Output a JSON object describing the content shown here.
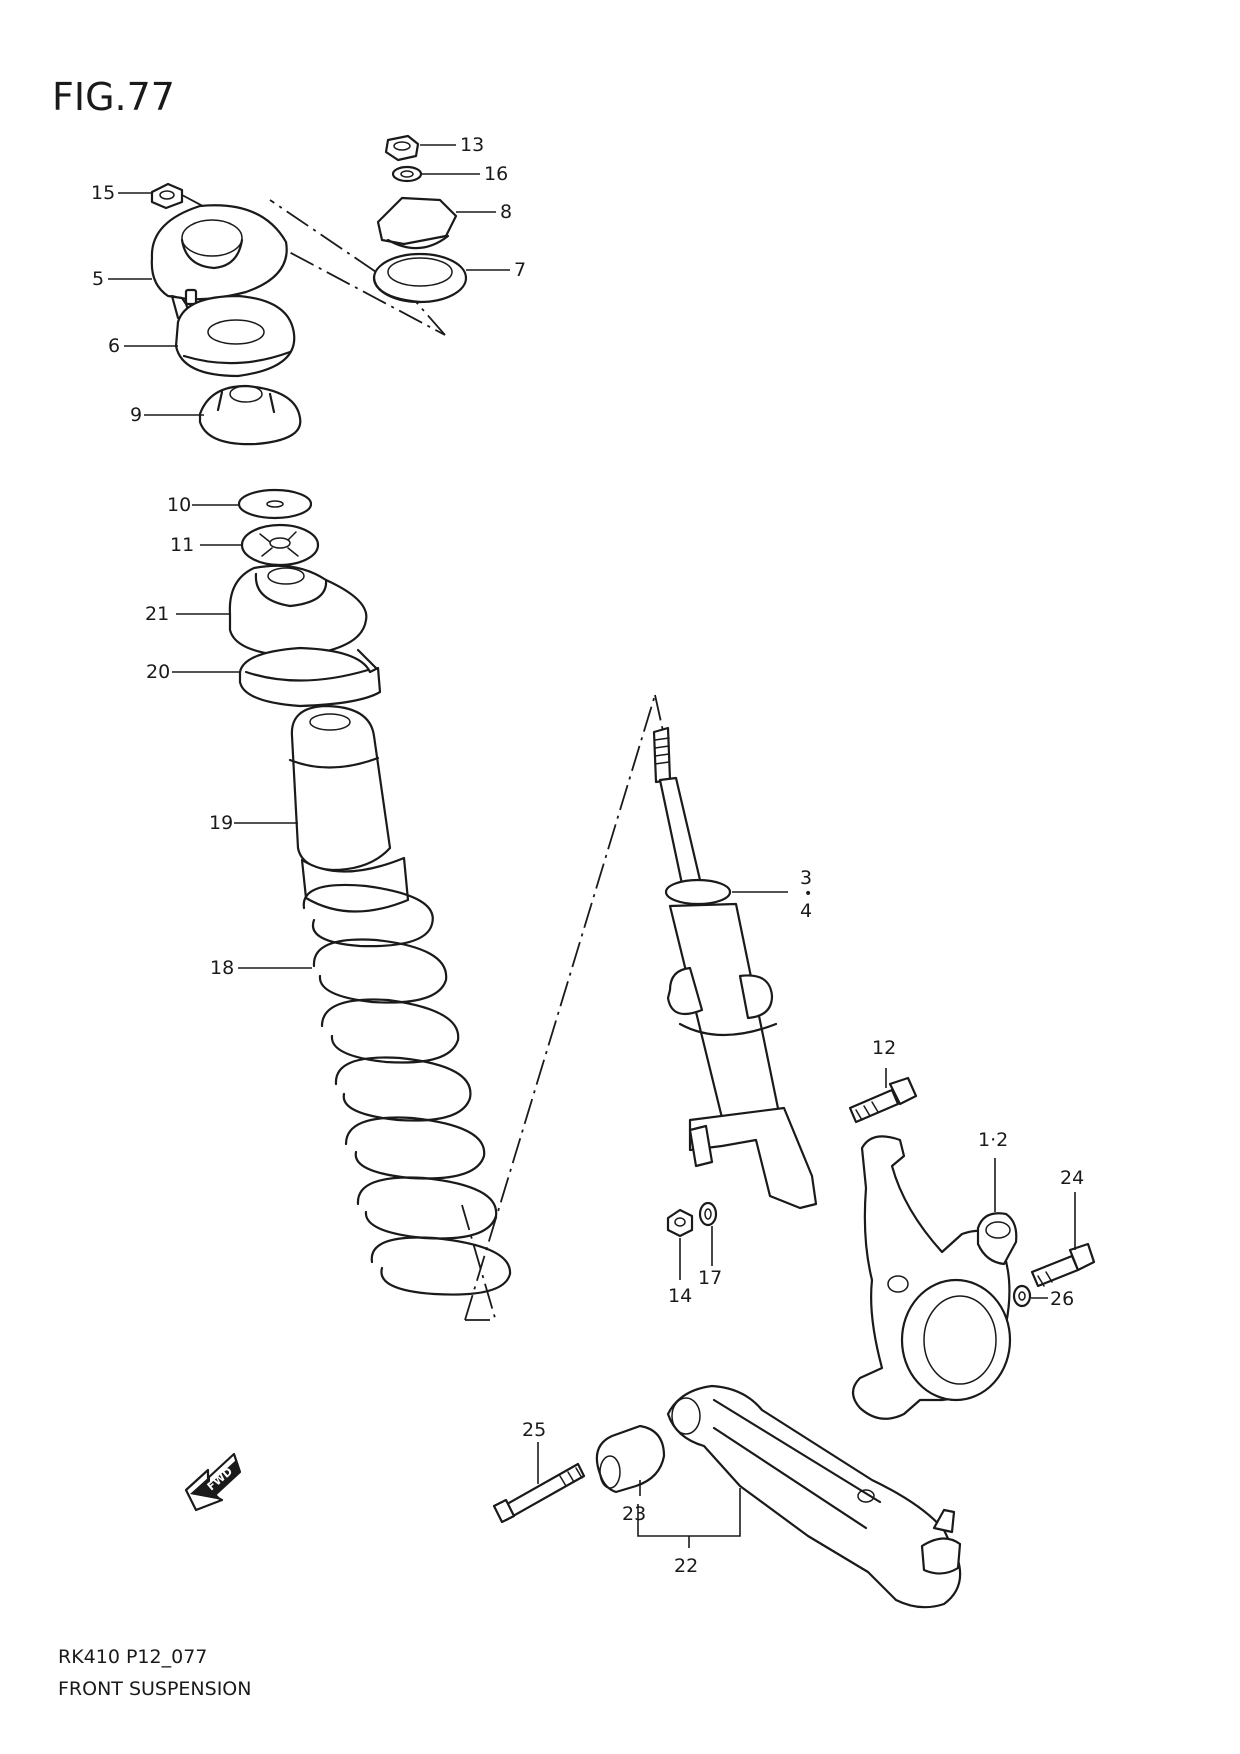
{
  "figure": {
    "title": "FIG.77",
    "code": "RK410 P12_077",
    "name": "FRONT SUSPENSION"
  },
  "callouts": {
    "c13": "13",
    "c16": "16",
    "c8": "8",
    "c7": "7",
    "c15": "15",
    "c5": "5",
    "c6": "6",
    "c9": "9",
    "c10": "10",
    "c11": "11",
    "c21": "21",
    "c20": "20",
    "c19": "19",
    "c18": "18",
    "c3": "3",
    "c4": "4",
    "c12": "12",
    "c1_2": "1·2",
    "c24": "24",
    "c26": "26",
    "c14": "14",
    "c17": "17",
    "c25": "25",
    "c23": "23",
    "c22": "22"
  },
  "direction_badge": "FWD"
}
